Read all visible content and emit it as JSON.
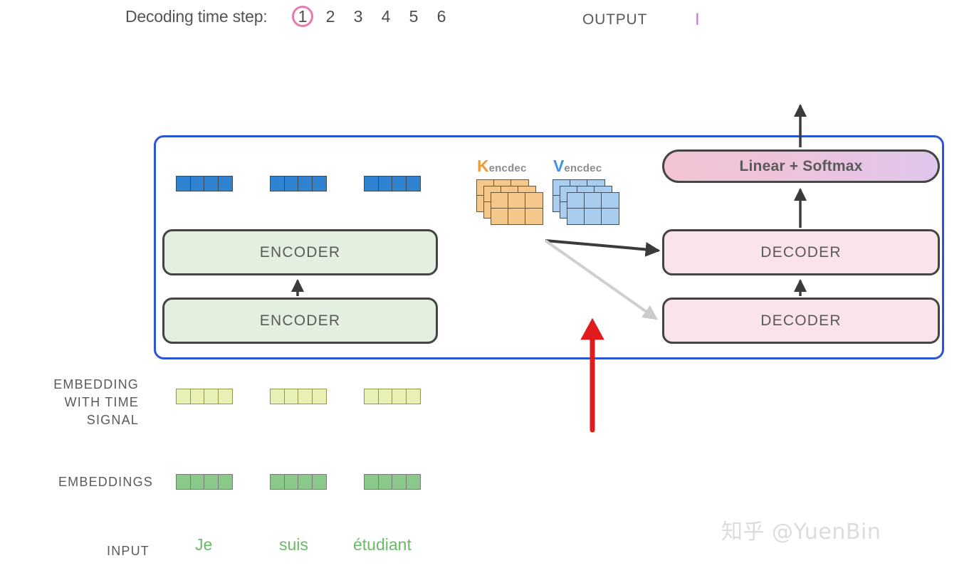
{
  "header": {
    "decoding_label": "Decoding time step:",
    "timesteps": [
      "1",
      "2",
      "3",
      "4",
      "5",
      "6"
    ],
    "active_timestep": "1",
    "output_label": "OUTPUT",
    "output_caret": "I",
    "accent_circle_color": "#e87ab0",
    "caret_color": "#c47ae0"
  },
  "container": {
    "border_color": "#2b55d4"
  },
  "encoder_stack": {
    "top_label": "ENCODER",
    "bottom_label": "ENCODER",
    "fill_color": "#e3f0df"
  },
  "decoder_stack": {
    "top_label": "DECODER",
    "bottom_label": "DECODER",
    "fill_color": "#fbe3ec"
  },
  "output_head": {
    "label": "Linear + Softmax"
  },
  "attention_matrices": {
    "k": {
      "letter": "K",
      "subscript": "encdec",
      "letter_color": "#f09a38",
      "fill_color": "#f4c88a",
      "rows": 2,
      "cols": 3,
      "depth": 3
    },
    "v": {
      "letter": "V",
      "subscript": "encdec",
      "letter_color": "#3f92e8",
      "fill_color": "#a9cdef",
      "rows": 2,
      "cols": 3,
      "depth": 3
    }
  },
  "vector_rows": {
    "encoder_output": {
      "cells_per_vector": 4,
      "vectors": 3,
      "color": "#3083d0"
    },
    "embedding_with_time_signal": {
      "cells_per_vector": 4,
      "vectors": 3,
      "color": "#e8f0b6"
    },
    "embeddings": {
      "cells_per_vector": 4,
      "vectors": 3,
      "color": "#8bc98b"
    }
  },
  "side_labels": {
    "embedding_with_time_signal": "EMBEDDING\nWITH TIME\nSIGNAL",
    "embedding_with_time_signal_lines": [
      "EMBEDDING",
      "WITH TIME",
      "SIGNAL"
    ],
    "embeddings": "EMBEDDINGS",
    "input": "INPUT"
  },
  "input_tokens": [
    "Je",
    "suis",
    "étudiant"
  ],
  "input_token_color": "#6aba67",
  "arrows": {
    "encoder_internal": "up-arrow-dark",
    "decoder_internal": "up-arrow-dark",
    "decoder_to_linear": "up-arrow-dark",
    "linear_to_output": "up-arrow-dark",
    "kv_to_decoder_top": "dark-diagonal-arrow",
    "kv_to_decoder_bottom": "light-gray-diagonal-arrow",
    "highlight": "red-up-arrow",
    "highlight_color": "#e01b1b"
  },
  "watermark": "知乎 @YuenBin"
}
